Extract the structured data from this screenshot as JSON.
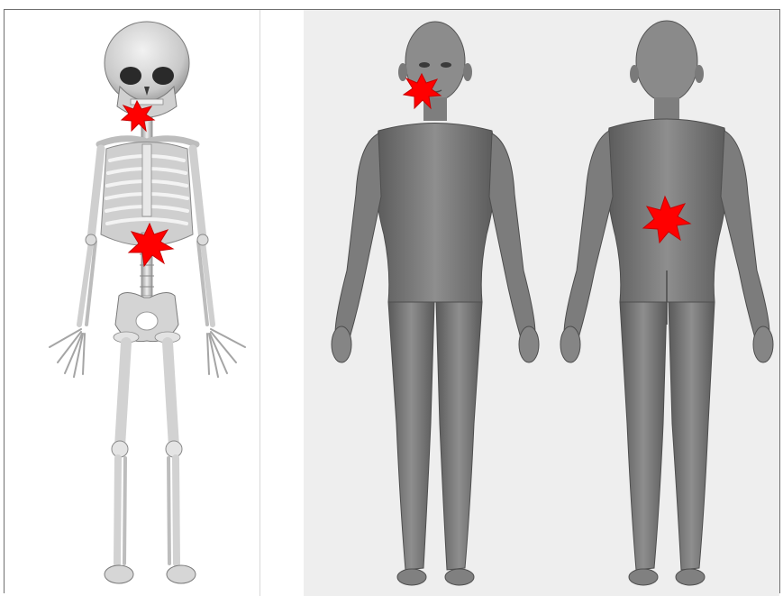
{
  "figure": {
    "panels": [
      {
        "id": "skeleton",
        "marker_count": 2
      },
      {
        "id": "body-front",
        "marker_count": 1
      },
      {
        "id": "body-back",
        "marker_count": 1
      }
    ],
    "colors": {
      "marker": "#ff0000",
      "marker_dark": "#c80000",
      "bone": "#d9d9d9",
      "bone_dark": "#8e8e8e",
      "skin": "#8a8a8a",
      "skin_dark": "#5e5e5e",
      "body_background": "#eeeeee",
      "frame": "#707070"
    }
  }
}
